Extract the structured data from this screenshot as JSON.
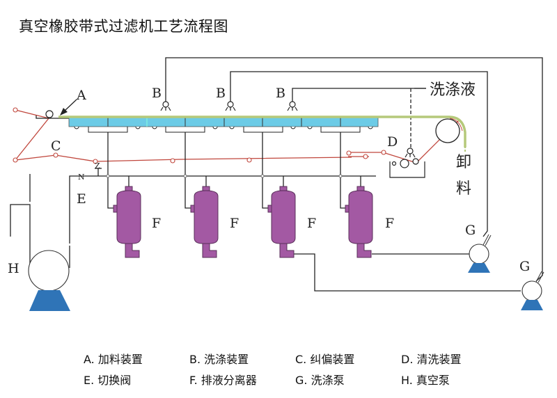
{
  "title": "真空橡胶带式过滤机工艺流程图",
  "labels": {
    "A": "A",
    "B": "B",
    "C": "C",
    "D": "D",
    "E": "E",
    "F": "F",
    "G": "G",
    "H": "H",
    "N": "N",
    "Z": "Z",
    "wash_liquid": "洗涤液",
    "discharge_1": "卸",
    "discharge_2": "料"
  },
  "legend": [
    {
      "key": "A",
      "text": "A. 加料装置"
    },
    {
      "key": "B",
      "text": "B. 洗涤装置"
    },
    {
      "key": "C",
      "text": "C. 纠偏装置"
    },
    {
      "key": "D",
      "text": "D. 清洗装置"
    },
    {
      "key": "E",
      "text": "E. 切换阀"
    },
    {
      "key": "F",
      "text": "F. 排液分离器"
    },
    {
      "key": "G",
      "text": "G. 洗涤泵"
    },
    {
      "key": "H",
      "text": "H. 真空泵"
    }
  ],
  "colors": {
    "belt_top": "#b5c97a",
    "vacuum_box": "#6ccbe6",
    "belt_return": "#c0463c",
    "separator": "#a359a3",
    "pump_base": "#2f74b7",
    "line": "#222222"
  }
}
